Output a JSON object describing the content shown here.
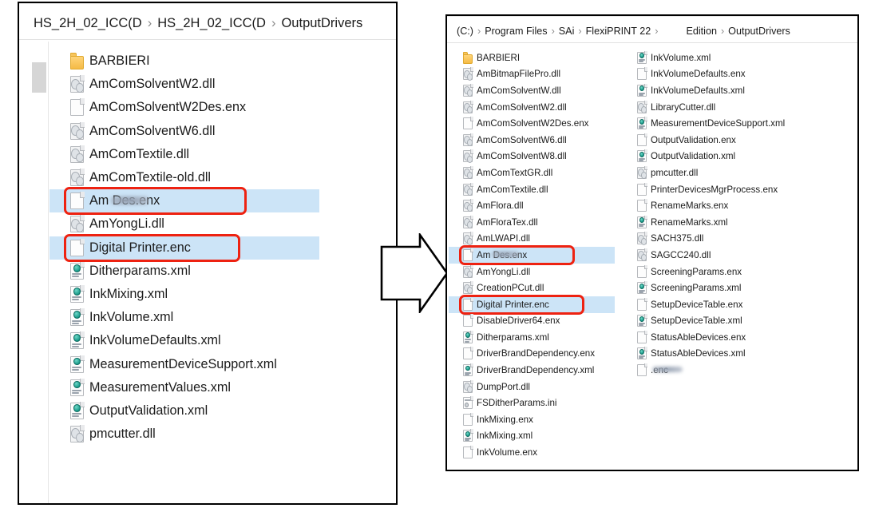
{
  "left_panel": {
    "breadcrumb": {
      "parts": [
        "HS_2H_02_ICC(D",
        "HS_2H_02_ICC(D",
        "OutputDrivers"
      ],
      "separator": "›"
    },
    "items": [
      {
        "name": "BARBIERI",
        "icon": "folder-icon",
        "selected": false,
        "highlighted": false,
        "redacted": false
      },
      {
        "name": "AmComSolventW2.dll",
        "icon": "dll-file-icon",
        "selected": false,
        "highlighted": false,
        "redacted": false
      },
      {
        "name": "AmComSolventW2Des.enx",
        "icon": "blank-file-icon",
        "selected": false,
        "highlighted": false,
        "redacted": false
      },
      {
        "name": "AmComSolventW6.dll",
        "icon": "dll-file-icon",
        "selected": false,
        "highlighted": false,
        "redacted": false
      },
      {
        "name": "AmComTextile.dll",
        "icon": "dll-file-icon",
        "selected": false,
        "highlighted": false,
        "redacted": false
      },
      {
        "name": "AmComTextile-old.dll",
        "icon": "dll-file-icon",
        "selected": false,
        "highlighted": false,
        "redacted": false
      },
      {
        "name": "Am           Des.enx",
        "icon": "blank-file-icon",
        "selected": true,
        "highlighted": true,
        "redacted": true
      },
      {
        "name": "AmYongLi.dll",
        "icon": "dll-file-icon",
        "selected": false,
        "highlighted": false,
        "redacted": false
      },
      {
        "name": "Digital Printer.enc",
        "icon": "blank-file-icon",
        "selected": true,
        "highlighted": true,
        "redacted": false
      },
      {
        "name": "Ditherparams.xml",
        "icon": "xml-file-icon",
        "selected": false,
        "highlighted": false,
        "redacted": false
      },
      {
        "name": "InkMixing.xml",
        "icon": "xml-file-icon",
        "selected": false,
        "highlighted": false,
        "redacted": false
      },
      {
        "name": "InkVolume.xml",
        "icon": "xml-file-icon",
        "selected": false,
        "highlighted": false,
        "redacted": false
      },
      {
        "name": "InkVolumeDefaults.xml",
        "icon": "xml-file-icon",
        "selected": false,
        "highlighted": false,
        "redacted": false
      },
      {
        "name": "MeasurementDeviceSupport.xml",
        "icon": "xml-file-icon",
        "selected": false,
        "highlighted": false,
        "redacted": false
      },
      {
        "name": "MeasurementValues.xml",
        "icon": "xml-file-icon",
        "selected": false,
        "highlighted": false,
        "redacted": false
      },
      {
        "name": "OutputValidation.xml",
        "icon": "xml-file-icon",
        "selected": false,
        "highlighted": false,
        "redacted": false
      },
      {
        "name": "pmcutter.dll",
        "icon": "dll-file-icon",
        "selected": false,
        "highlighted": false,
        "redacted": false
      }
    ]
  },
  "right_panel": {
    "breadcrumb": {
      "parts": [
        "(C:)",
        "Program Files",
        "SAi",
        "FlexiPRINT 22",
        "Edition",
        "OutputDrivers"
      ],
      "separator": "›",
      "redacted_before_index": 4
    },
    "column_1": [
      {
        "name": "BARBIERI",
        "icon": "folder-icon",
        "selected": false,
        "highlighted": false,
        "redacted": false
      },
      {
        "name": "AmBitmapFilePro.dll",
        "icon": "dll-file-icon",
        "selected": false,
        "highlighted": false,
        "redacted": false
      },
      {
        "name": "AmComSolventW.dll",
        "icon": "dll-file-icon",
        "selected": false,
        "highlighted": false,
        "redacted": false
      },
      {
        "name": "AmComSolventW2.dll",
        "icon": "dll-file-icon",
        "selected": false,
        "highlighted": false,
        "redacted": false
      },
      {
        "name": "AmComSolventW2Des.enx",
        "icon": "blank-file-icon",
        "selected": false,
        "highlighted": false,
        "redacted": false
      },
      {
        "name": "AmComSolventW6.dll",
        "icon": "dll-file-icon",
        "selected": false,
        "highlighted": false,
        "redacted": false
      },
      {
        "name": "AmComSolventW8.dll",
        "icon": "dll-file-icon",
        "selected": false,
        "highlighted": false,
        "redacted": false
      },
      {
        "name": "AmComTextGR.dll",
        "icon": "dll-file-icon",
        "selected": false,
        "highlighted": false,
        "redacted": false
      },
      {
        "name": "AmComTextile.dll",
        "icon": "dll-file-icon",
        "selected": false,
        "highlighted": false,
        "redacted": false
      },
      {
        "name": "AmFlora.dll",
        "icon": "dll-file-icon",
        "selected": false,
        "highlighted": false,
        "redacted": false
      },
      {
        "name": "AmFloraTex.dll",
        "icon": "dll-file-icon",
        "selected": false,
        "highlighted": false,
        "redacted": false
      },
      {
        "name": "AmLWAPI.dll",
        "icon": "dll-file-icon",
        "selected": false,
        "highlighted": false,
        "redacted": false
      },
      {
        "name": "Am        Des.enx",
        "icon": "blank-file-icon",
        "selected": true,
        "highlighted": true,
        "redacted": true
      },
      {
        "name": "AmYongLi.dll",
        "icon": "dll-file-icon",
        "selected": false,
        "highlighted": false,
        "redacted": false
      },
      {
        "name": "CreationPCut.dll",
        "icon": "dll-file-icon",
        "selected": false,
        "highlighted": false,
        "redacted": false
      },
      {
        "name": "Digital Printer.enc",
        "icon": "blank-file-icon",
        "selected": true,
        "highlighted": true,
        "redacted": false
      },
      {
        "name": "DisableDriver64.enx",
        "icon": "blank-file-icon",
        "selected": false,
        "highlighted": false,
        "redacted": false
      },
      {
        "name": "Ditherparams.xml",
        "icon": "xml-file-icon",
        "selected": false,
        "highlighted": false,
        "redacted": false
      },
      {
        "name": "DriverBrandDependency.enx",
        "icon": "blank-file-icon",
        "selected": false,
        "highlighted": false,
        "redacted": false
      },
      {
        "name": "DriverBrandDependency.xml",
        "icon": "xml-file-icon",
        "selected": false,
        "highlighted": false,
        "redacted": false
      },
      {
        "name": "DumpPort.dll",
        "icon": "dll-file-icon",
        "selected": false,
        "highlighted": false,
        "redacted": false
      },
      {
        "name": "FSDitherParams.ini",
        "icon": "ini-file-icon",
        "selected": false,
        "highlighted": false,
        "redacted": false
      },
      {
        "name": "InkMixing.enx",
        "icon": "blank-file-icon",
        "selected": false,
        "highlighted": false,
        "redacted": false
      },
      {
        "name": "InkMixing.xml",
        "icon": "xml-file-icon",
        "selected": false,
        "highlighted": false,
        "redacted": false
      },
      {
        "name": "InkVolume.enx",
        "icon": "blank-file-icon",
        "selected": false,
        "highlighted": false,
        "redacted": false
      }
    ],
    "column_2": [
      {
        "name": "InkVolume.xml",
        "icon": "xml-file-icon",
        "selected": false,
        "highlighted": false,
        "redacted": false
      },
      {
        "name": "InkVolumeDefaults.enx",
        "icon": "blank-file-icon",
        "selected": false,
        "highlighted": false,
        "redacted": false
      },
      {
        "name": "InkVolumeDefaults.xml",
        "icon": "xml-file-icon",
        "selected": false,
        "highlighted": false,
        "redacted": false
      },
      {
        "name": "LibraryCutter.dll",
        "icon": "dll-file-icon",
        "selected": false,
        "highlighted": false,
        "redacted": false
      },
      {
        "name": "MeasurementDeviceSupport.xml",
        "icon": "xml-file-icon",
        "selected": false,
        "highlighted": false,
        "redacted": false
      },
      {
        "name": "OutputValidation.enx",
        "icon": "blank-file-icon",
        "selected": false,
        "highlighted": false,
        "redacted": false
      },
      {
        "name": "OutputValidation.xml",
        "icon": "xml-file-icon",
        "selected": false,
        "highlighted": false,
        "redacted": false
      },
      {
        "name": "pmcutter.dll",
        "icon": "dll-file-icon",
        "selected": false,
        "highlighted": false,
        "redacted": false
      },
      {
        "name": "PrinterDevicesMgrProcess.enx",
        "icon": "blank-file-icon",
        "selected": false,
        "highlighted": false,
        "redacted": false
      },
      {
        "name": "RenameMarks.enx",
        "icon": "blank-file-icon",
        "selected": false,
        "highlighted": false,
        "redacted": false
      },
      {
        "name": "RenameMarks.xml",
        "icon": "xml-file-icon",
        "selected": false,
        "highlighted": false,
        "redacted": false
      },
      {
        "name": "SACH375.dll",
        "icon": "dll-file-icon",
        "selected": false,
        "highlighted": false,
        "redacted": false
      },
      {
        "name": "SAGCC240.dll",
        "icon": "dll-file-icon",
        "selected": false,
        "highlighted": false,
        "redacted": false
      },
      {
        "name": "ScreeningParams.enx",
        "icon": "blank-file-icon",
        "selected": false,
        "highlighted": false,
        "redacted": false
      },
      {
        "name": "ScreeningParams.xml",
        "icon": "xml-file-icon",
        "selected": false,
        "highlighted": false,
        "redacted": false
      },
      {
        "name": "SetupDeviceTable.enx",
        "icon": "blank-file-icon",
        "selected": false,
        "highlighted": false,
        "redacted": false
      },
      {
        "name": "SetupDeviceTable.xml",
        "icon": "xml-file-icon",
        "selected": false,
        "highlighted": false,
        "redacted": false
      },
      {
        "name": "StatusAbleDevices.enx",
        "icon": "blank-file-icon",
        "selected": false,
        "highlighted": false,
        "redacted": false
      },
      {
        "name": "StatusAbleDevices.xml",
        "icon": "xml-file-icon",
        "selected": false,
        "highlighted": false,
        "redacted": false
      },
      {
        "name": "          .enc",
        "icon": "blank-file-icon",
        "selected": false,
        "highlighted": false,
        "redacted": true
      }
    ]
  },
  "arrow": {
    "direction": "right",
    "label": ""
  },
  "colors": {
    "highlight_ring": "#ee2211",
    "selection_fill": "#cce4f7",
    "folder": "#f5bb46",
    "xml_globe": "#1a9b8a",
    "border": "#000000"
  }
}
